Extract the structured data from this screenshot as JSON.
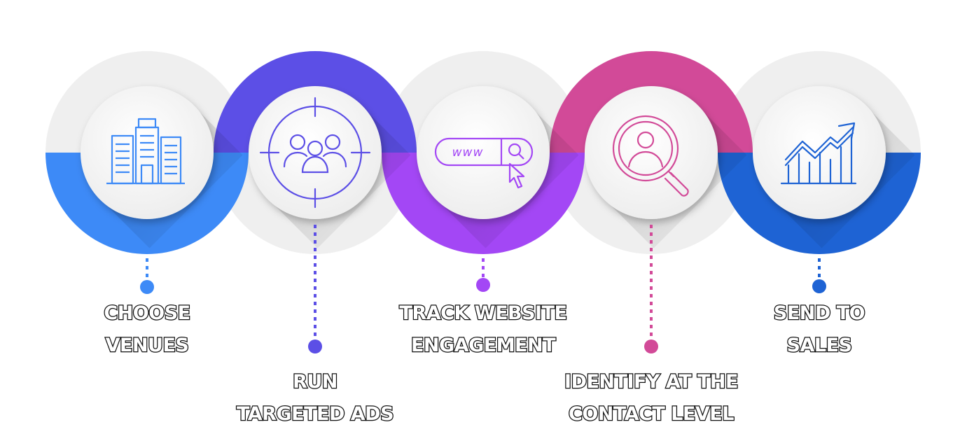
{
  "steps": [
    {
      "lines": [
        "CHOOSE",
        "VENUES"
      ],
      "icon": "buildings-icon",
      "color": "#3d8af7",
      "color_dark": "#2666d6",
      "arc": "bottom"
    },
    {
      "lines": [
        "RUN",
        "TARGETED ADS"
      ],
      "icon": "target-audience-icon",
      "color": "#5c4fe6",
      "color_dark": "#4a3fd0",
      "arc": "top"
    },
    {
      "lines": [
        "TRACK WEBSITE",
        "ENGAGEMENT"
      ],
      "icon": "website-search-icon",
      "color": "#a347f5",
      "color_dark": "#8a2fe0",
      "arc": "bottom"
    },
    {
      "lines": [
        "IDENTIFY AT THE",
        "CONTACT LEVEL"
      ],
      "icon": "contact-search-icon",
      "color": "#d24a98",
      "color_dark": "#b8377f",
      "arc": "top"
    },
    {
      "lines": [
        "SEND TO",
        "SALES"
      ],
      "icon": "growth-chart-icon",
      "color": "#1e63d4",
      "color_dark": "#1a52b8",
      "arc": "bottom"
    }
  ],
  "icon_text": {
    "www": "www"
  }
}
